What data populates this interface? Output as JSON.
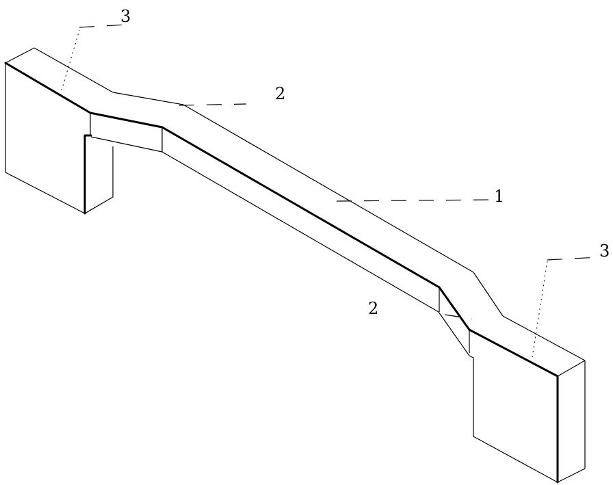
{
  "labels": {
    "end_block_left": "3",
    "transition_upper": "2",
    "bar_middle": "1",
    "transition_lower": "2",
    "end_block_right": "3"
  }
}
